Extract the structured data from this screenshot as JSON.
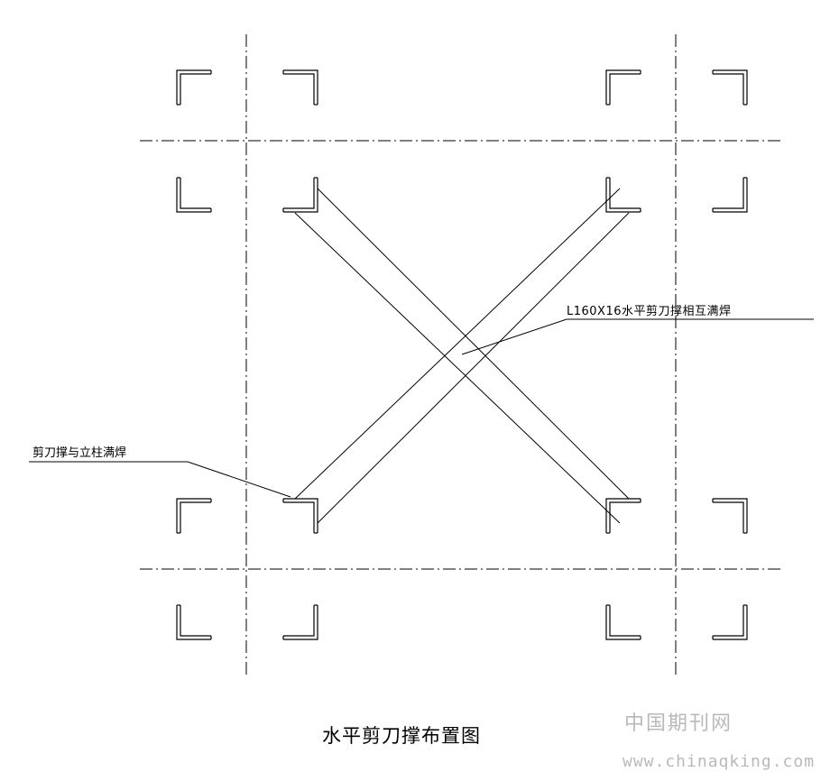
{
  "annotations": {
    "brace_label": "L160X16水平剪刀撑相互满焊",
    "weld_label": "剪刀撑与立柱满焊"
  },
  "title": "水平剪刀撑布置图",
  "watermark": {
    "text": "中国期刊网",
    "url": "www.chinaqking.com"
  },
  "colors": {
    "line": "#000000",
    "watermark": "#b9b9b9"
  }
}
